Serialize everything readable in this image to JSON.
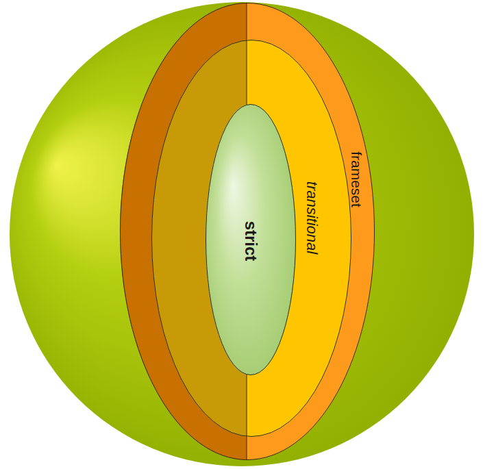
{
  "diagram": {
    "nodes": [
      {
        "text": [
          "frameset"
        ]
      },
      {
        "text": [
          "transitional"
        ],
        "in": 0
      },
      {
        "text": [
          "strict"
        ],
        "in": 1
      }
    ]
  }
}
